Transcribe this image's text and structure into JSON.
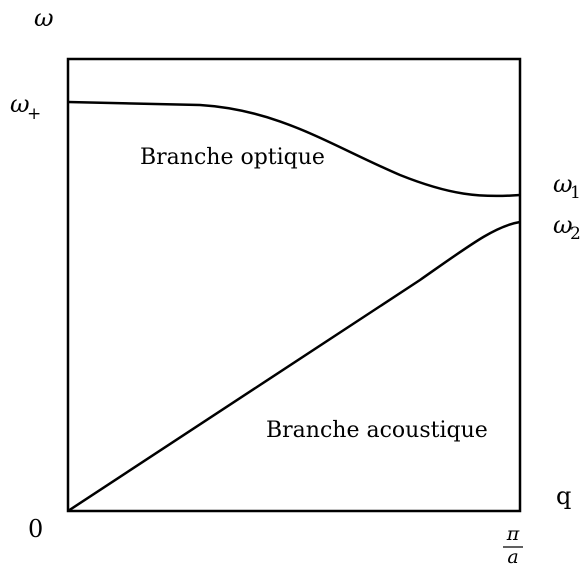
{
  "axes": {
    "y_label": "ω",
    "x_label": "q",
    "origin_label": "0",
    "x_end_label": {
      "numerator": "π",
      "denominator": "a"
    }
  },
  "freq_labels": {
    "omega_plus": {
      "symbol": "ω",
      "sub": "+"
    },
    "omega_1": {
      "symbol": "ω",
      "sub": "1"
    },
    "omega_2": {
      "symbol": "ω",
      "sub": "2"
    }
  },
  "branches": {
    "optical": {
      "label": "Branche optique"
    },
    "acoustic": {
      "label": "Branche acoustique"
    }
  }
}
